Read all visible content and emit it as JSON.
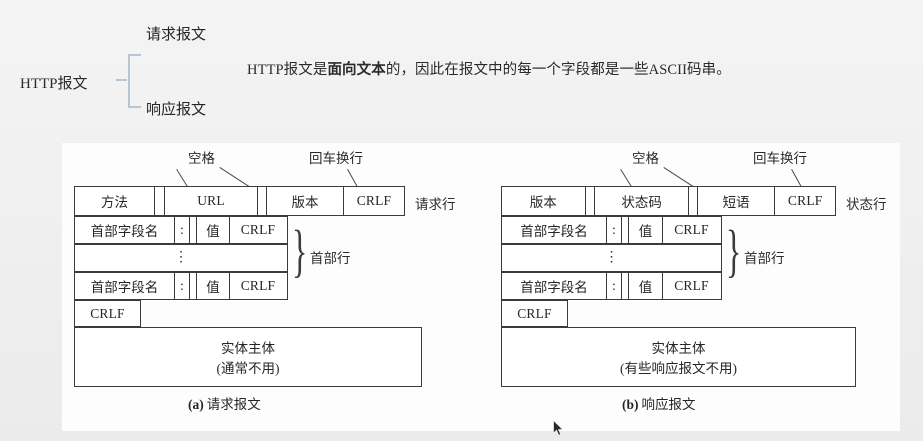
{
  "taxonomy": {
    "root": "HTTP报文",
    "branch_top": "请求报文",
    "branch_bottom": "响应报文"
  },
  "paragraph": {
    "part1": "HTTP报文是",
    "bold": "面向文本",
    "part2": "的，因此在报文中的每一个字段都是一些ASCII码串。"
  },
  "figure": {
    "panel_a": {
      "caption_tag": "(a)",
      "caption_text": "请求报文",
      "annotations": {
        "space": "空格",
        "crlf": "回车换行"
      },
      "first_line_label": "请求行",
      "header_lines_label": "首部行",
      "first_line_cells": [
        "方法",
        "",
        "URL",
        "",
        "版本",
        "CRLF"
      ],
      "header_row_cells": [
        "首部字段名",
        ":",
        "",
        "值",
        "CRLF"
      ],
      "ellipsis": "⋮",
      "blank_line_cell": "CRLF",
      "body_title": "实体主体",
      "body_note": "(通常不用)"
    },
    "panel_b": {
      "caption_tag": "(b)",
      "caption_text": "响应报文",
      "annotations": {
        "space": "空格",
        "crlf": "回车换行"
      },
      "first_line_label": "状态行",
      "header_lines_label": "首部行",
      "first_line_cells": [
        "版本",
        "",
        "状态码",
        "",
        "短语",
        "CRLF"
      ],
      "header_row_cells": [
        "首部字段名",
        ":",
        "",
        "值",
        "CRLF"
      ],
      "ellipsis": "⋮",
      "blank_line_cell": "CRLF",
      "body_title": "实体主体",
      "body_note": "(有些响应报文不用)"
    }
  },
  "colors": {
    "page_background": "#efefef",
    "figure_background": "#fdfdfd",
    "line": "#3b3b3b",
    "brace": "#b9c6d2",
    "text": "#2a2a2a"
  }
}
